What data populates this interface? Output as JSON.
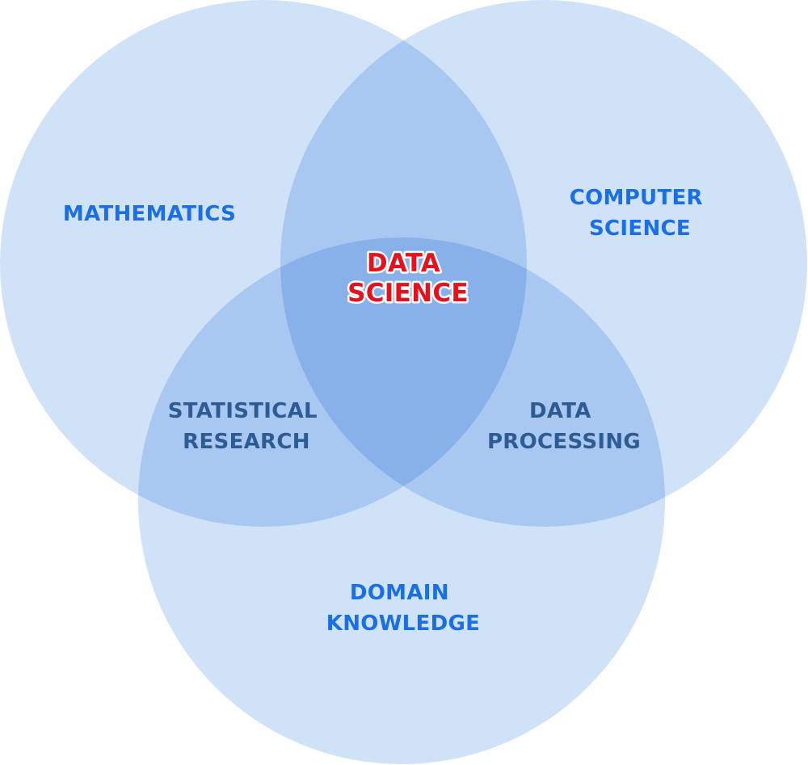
{
  "colors": {
    "circle_fill": "#cfe2f8",
    "outer_label": "#1a6fe6",
    "overlap_label": "#2d5c94",
    "center_label": "#e8101a",
    "center_outline": "#ffffff"
  },
  "diagram": {
    "circles": [
      {
        "key": "mathematics",
        "label_lines": [
          "MATHEMATICS"
        ]
      },
      {
        "key": "computer_science",
        "label_lines": [
          "COMPUTER",
          "SCIENCE"
        ]
      },
      {
        "key": "domain_knowledge",
        "label_lines": [
          "DOMAIN",
          "KNOWLEDGE"
        ]
      }
    ],
    "overlaps": {
      "math_domain": [
        "STATISTICAL",
        "RESEARCH"
      ],
      "cs_domain": [
        "DATA",
        "PROCESSING"
      ],
      "center": [
        "DATA",
        "SCIENCE"
      ]
    }
  }
}
